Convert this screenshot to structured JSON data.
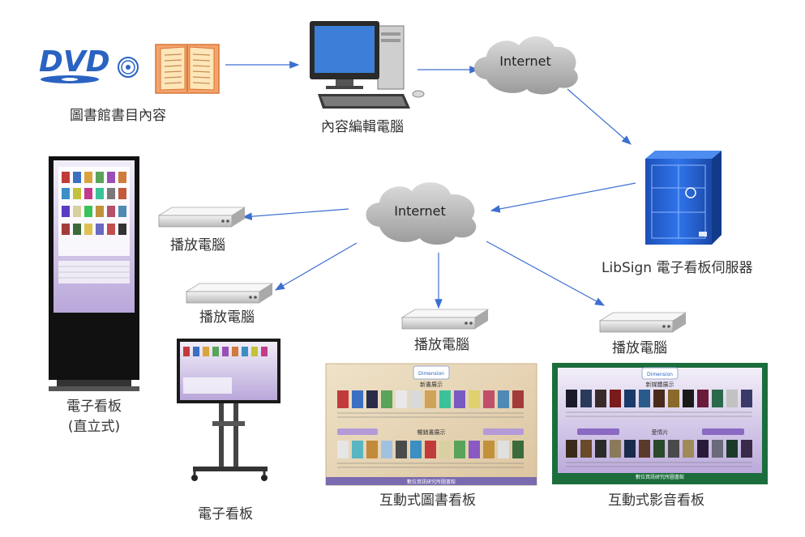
{
  "labels": {
    "catalog": "圖書館書目內容",
    "editing_pc": "內容編輯電腦",
    "internet_top": "Internet",
    "internet_mid": "Internet",
    "server": "LibSign 電子看板伺服器",
    "player_1": "播放電腦",
    "player_2": "播放電腦",
    "player_3": "播放電腦",
    "player_4": "播放電腦",
    "kiosk_line1": "電子看板",
    "kiosk_line2": "(直立式)",
    "tv_stand": "電子看板",
    "book_board": "互動式圖書看板",
    "video_board": "互動式影音看板"
  },
  "icons": {
    "dvd": "DVD",
    "disc": "disc-icon",
    "book": "open-book-icon",
    "desktop": "desktop-computer-icon",
    "cloud": "cloud-icon",
    "server": "tower-server-icon",
    "player": "player-box-icon",
    "monitor": "monitor-icon"
  },
  "screens": {
    "dimension_logo": "Dimension",
    "new_books": "新書展示",
    "popular_books": "暢銷書展示",
    "new_media": "新媒體展示",
    "romance": "愛情片",
    "footer": "數位資訊研究所圖書館"
  },
  "colors": {
    "arrow": "#3d6fd0",
    "server_blue": "#1f5fd6",
    "cloud_gray": "#c9c9c9",
    "dvd_blue": "#2a63c2"
  }
}
